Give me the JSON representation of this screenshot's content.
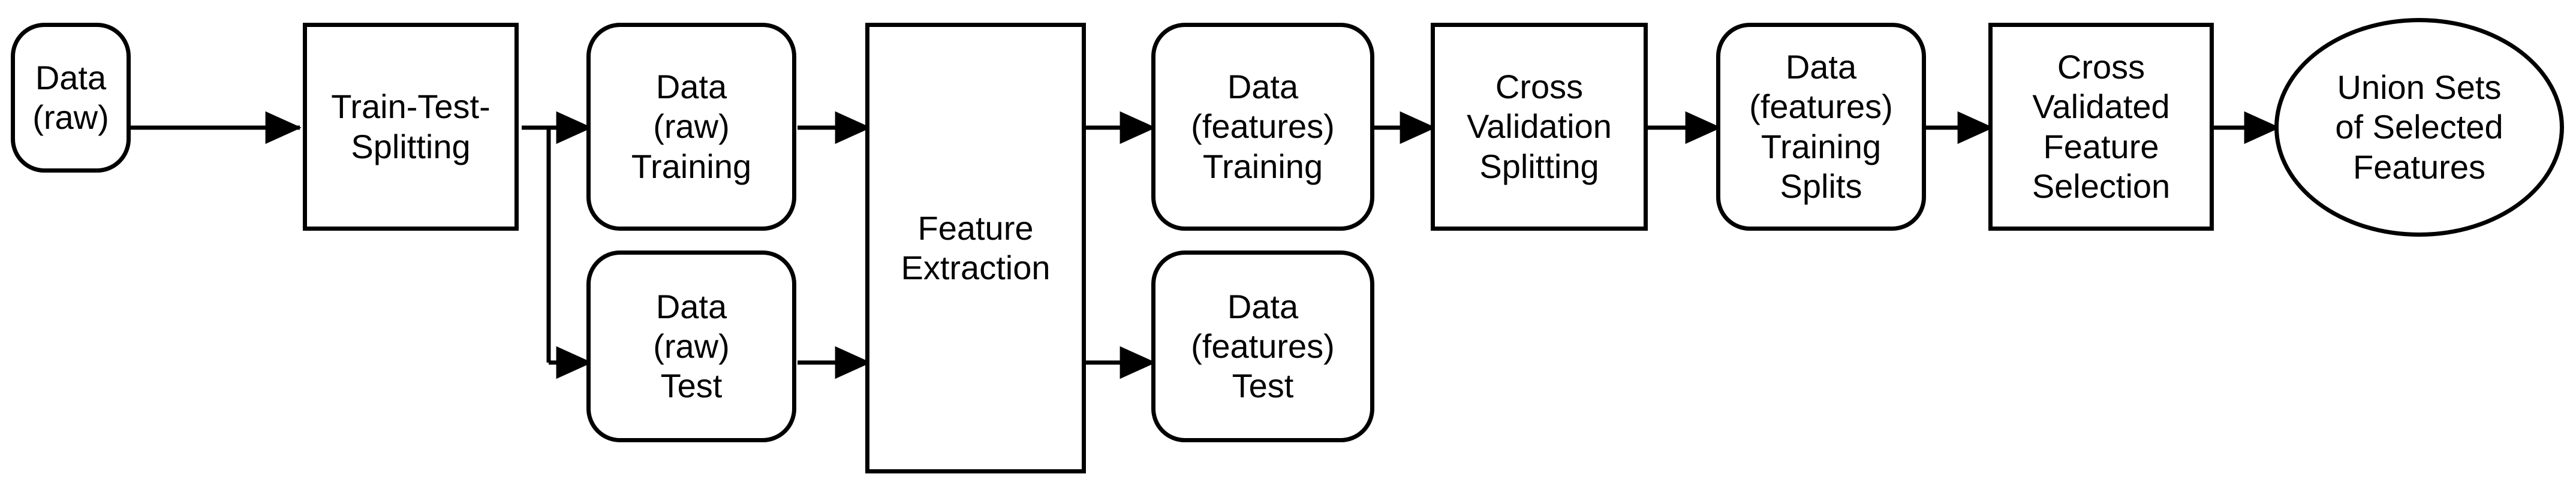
{
  "diagram": {
    "title": "Feature selection pipeline flowchart",
    "stroke_color": "#000000",
    "fill_color": "#ffffff",
    "background": "#ffffff",
    "nodes": [
      {
        "id": "data-raw",
        "shape": "rounded",
        "label": "Data\n(raw)"
      },
      {
        "id": "train-test-splitting",
        "shape": "rect",
        "label": "Train-Test-\nSplitting"
      },
      {
        "id": "data-raw-training",
        "shape": "rounded",
        "label": "Data\n(raw)\nTraining"
      },
      {
        "id": "data-raw-test",
        "shape": "rounded",
        "label": "Data\n(raw)\nTest"
      },
      {
        "id": "feature-extraction",
        "shape": "rect",
        "label": "Feature\nExtraction"
      },
      {
        "id": "data-features-training",
        "shape": "rounded",
        "label": "Data\n(features)\nTraining"
      },
      {
        "id": "data-features-test",
        "shape": "rounded",
        "label": "Data\n(features)\nTest"
      },
      {
        "id": "cross-validation-splitting",
        "shape": "rect",
        "label": "Cross\nValidation\nSplitting"
      },
      {
        "id": "data-features-training-splits",
        "shape": "rounded",
        "label": "Data\n(features)\nTraining\nSplits"
      },
      {
        "id": "cross-validated-feature-selection",
        "shape": "rect",
        "label": "Cross\nValidated\nFeature\nSelection"
      },
      {
        "id": "union-sets-of-selected-features",
        "shape": "ellipse",
        "label": "Union Sets\nof Selected\nFeatures"
      }
    ],
    "edges": [
      {
        "from": "data-raw",
        "to": "train-test-splitting",
        "type": "straight-arrow"
      },
      {
        "from": "train-test-splitting",
        "to": "data-raw-training",
        "type": "branch-arrow"
      },
      {
        "from": "train-test-splitting",
        "to": "data-raw-test",
        "type": "branch-arrow"
      },
      {
        "from": "data-raw-training",
        "to": "feature-extraction",
        "type": "straight-arrow"
      },
      {
        "from": "data-raw-test",
        "to": "feature-extraction",
        "type": "straight-arrow"
      },
      {
        "from": "feature-extraction",
        "to": "data-features-training",
        "type": "straight-arrow"
      },
      {
        "from": "feature-extraction",
        "to": "data-features-test",
        "type": "straight-arrow"
      },
      {
        "from": "data-features-training",
        "to": "cross-validation-splitting",
        "type": "straight-arrow"
      },
      {
        "from": "cross-validation-splitting",
        "to": "data-features-training-splits",
        "type": "straight-arrow"
      },
      {
        "from": "data-features-training-splits",
        "to": "cross-validated-feature-selection",
        "type": "straight-arrow"
      },
      {
        "from": "cross-validated-feature-selection",
        "to": "union-sets-of-selected-features",
        "type": "straight-arrow"
      }
    ]
  }
}
